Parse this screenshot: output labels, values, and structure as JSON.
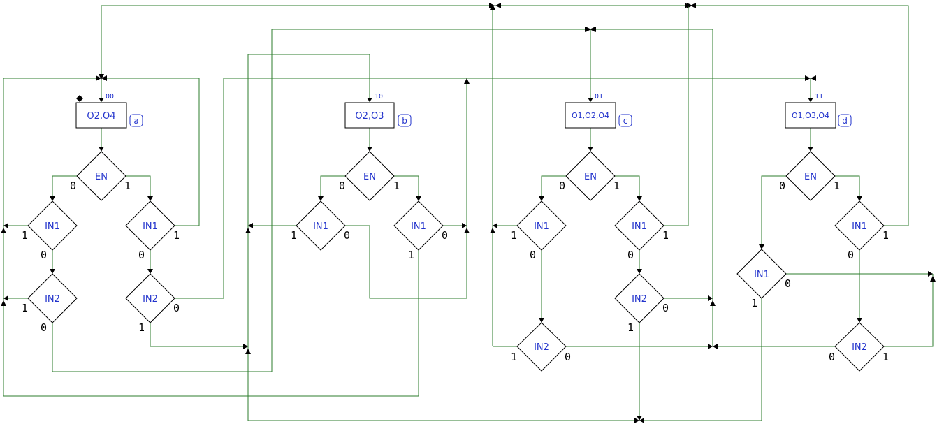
{
  "states": [
    {
      "code": "00",
      "outputs": "O2,O4",
      "tag": "a"
    },
    {
      "code": "10",
      "outputs": "O2,O3",
      "tag": "b"
    },
    {
      "code": "01",
      "outputs": "O1,O2,O4",
      "tag": "c"
    },
    {
      "code": "11",
      "outputs": "O1,O3,O4",
      "tag": "d"
    }
  ],
  "conditions": {
    "en": "EN",
    "in1": "IN1",
    "in2": "IN2"
  },
  "branch": {
    "zero": "0",
    "one": "1"
  },
  "colors": {
    "wire": "#2e7d2e",
    "text": "#2233cc",
    "outline": "#000000"
  }
}
